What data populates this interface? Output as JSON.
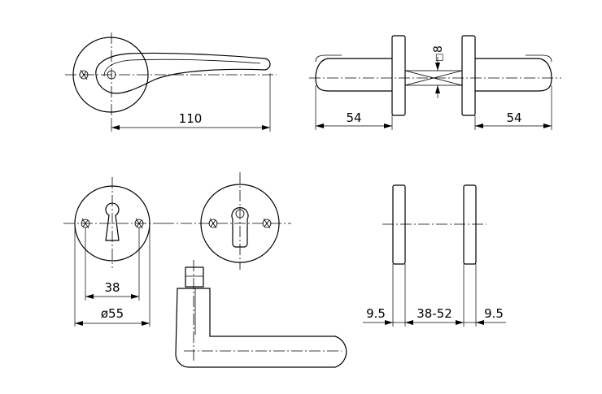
{
  "dimensions": {
    "lever_length": "110",
    "lever_projection_left": "54",
    "lever_projection_right": "54",
    "spindle": "8",
    "spindle_symbol": "□",
    "screw_spacing": "38",
    "rose_diameter": "ø55",
    "rose_thickness_left": "9.5",
    "door_thickness": "38-52",
    "rose_thickness_right": "9.5"
  }
}
